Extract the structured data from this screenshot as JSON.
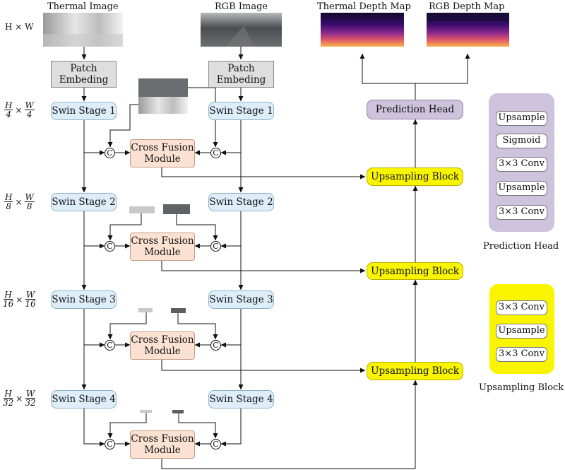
{
  "inputs": {
    "thermal_label": "Thermal Image",
    "rgb_label": "RGB Image",
    "resolution_label": "H × W"
  },
  "outputs": {
    "thermal_depth_label": "Thermal Depth Map",
    "rgb_depth_label": "RGB Depth Map"
  },
  "encoder": {
    "patch_embedding": "Patch Embeding",
    "stages": [
      {
        "label": "Swin Stage 1",
        "num": "H",
        "den_h": "4",
        "den_w": "4",
        "w": "W"
      },
      {
        "label": "Swin Stage 2",
        "num": "H",
        "den_h": "8",
        "den_w": "8",
        "w": "W"
      },
      {
        "label": "Swin Stage 3",
        "num": "H",
        "den_h": "16",
        "den_w": "16",
        "w": "W"
      },
      {
        "label": "Swin Stage 4",
        "num": "H",
        "den_h": "32",
        "den_w": "32",
        "w": "W"
      }
    ],
    "times": "×"
  },
  "fusion": {
    "module_label": "Cross Fusion Module",
    "concat_symbol": "C"
  },
  "decoder": {
    "prediction_head": "Prediction Head",
    "upsampling_block": "Upsampling Block"
  },
  "legend_prediction_head": {
    "caption": "Prediction Head",
    "layers": [
      "Upsample",
      "Sigmoid",
      "3×3 Conv",
      "Upsample",
      "3×3 Conv"
    ]
  },
  "legend_upsampling_block": {
    "caption": "Upsampling Block",
    "layers": [
      "3×3 Conv",
      "Upsample",
      "3×3 Conv"
    ]
  },
  "colors": {
    "swin": "#ddeef8",
    "fusion": "#fbe1d2",
    "upsampling": "#f9f500",
    "prediction": "#cec3dc",
    "patch": "#dedede"
  }
}
